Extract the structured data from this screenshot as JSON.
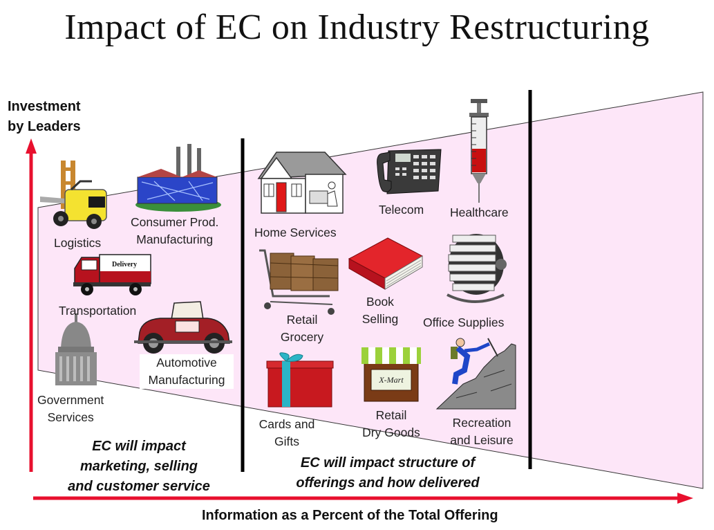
{
  "title": "Impact of EC on Industry Restructuring",
  "y_axis_label": [
    "Investment",
    "by Leaders"
  ],
  "x_axis_label": "Information as a Percent of the Total Offering",
  "colors": {
    "arrow": "#e8102e",
    "band": "#fde6f8",
    "divider": "#000000"
  },
  "industries": {
    "logistics": [
      "Logistics"
    ],
    "consumer_prod": [
      "Consumer Prod.",
      "Manufacturing"
    ],
    "transportation": [
      "Transportation"
    ],
    "automotive": [
      "Automotive",
      "Manufacturing"
    ],
    "government": [
      "Government",
      "Services"
    ],
    "home_services": [
      "Home Services"
    ],
    "telecom": [
      "Telecom"
    ],
    "healthcare": [
      "Healthcare"
    ],
    "retail_grocery": [
      "Retail",
      "Grocery"
    ],
    "book_selling": [
      "Book",
      "Selling"
    ],
    "office_supplies": [
      "Office Supplies"
    ],
    "cards_gifts": [
      "Cards and",
      "Gifts"
    ],
    "retail_dry_goods": [
      "Retail",
      "Dry Goods"
    ],
    "recreation": [
      "Recreation",
      "and Leisure"
    ]
  },
  "image_text": {
    "truck_sign": "Delivery",
    "store_sign": "X-Mart"
  },
  "notes": {
    "left": [
      "EC will impact",
      "marketing, selling",
      "and customer service"
    ],
    "right": [
      "EC will impact structure of",
      "offerings and how delivered"
    ]
  },
  "icons": [
    "forklift-icon",
    "factory-icon",
    "delivery-truck-icon",
    "vintage-car-icon",
    "capitol-icon",
    "house-icon",
    "telephone-icon",
    "syringe-icon",
    "shopping-cart-icon",
    "book-icon",
    "rolodex-icon",
    "gift-icon",
    "storefront-icon",
    "climber-icon"
  ]
}
